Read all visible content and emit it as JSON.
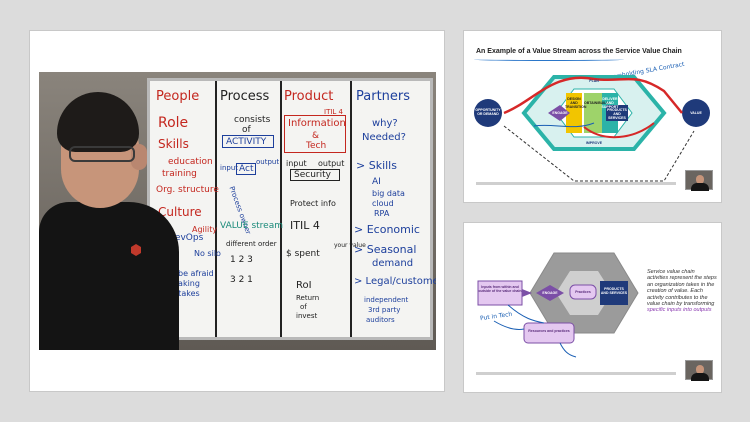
{
  "main_video": {
    "whiteboard": {
      "columns": [
        {
          "heading": "People",
          "lines": [
            "Role",
            "Skills",
            "education",
            "training",
            "Org. structure",
            "Culture",
            "DevOps",
            "Agility",
            "No silo",
            "Don't be afraid",
            "of making",
            "mistakes"
          ]
        },
        {
          "heading": "Process",
          "lines": [
            "consists",
            "of",
            "ACTIVITY",
            "Act",
            "input",
            "output",
            "Process owner",
            "VALUE stream",
            "different order",
            "1 2 3",
            "3 2 1"
          ]
        },
        {
          "heading": "Product",
          "lines": [
            "ITIL 4",
            "Information",
            "&",
            "Tech",
            "input",
            "output",
            "Security",
            "Protect info",
            "ITIL 4",
            "$ spent",
            "your value",
            "RoI",
            "Return",
            "of",
            "invest"
          ]
        },
        {
          "heading": "Partners",
          "lines": [
            "why?",
            "Needed?",
            "> Skills",
            "AI",
            "big data",
            "cloud",
            "RPA",
            "> Economic",
            "> Seasonal",
            "demand",
            "> Legal/customer",
            "independent",
            "3rd party",
            "auditors"
          ]
        }
      ]
    }
  },
  "slide1": {
    "title": "An Example of a Value Stream across the Service Value Chain",
    "left_node": "OPPORTUNITY OR DEMAND",
    "right_node": "VALUE",
    "hexagon_labels": [
      "ENGAGE",
      "DESIGN AND TRANSITION",
      "OBTAIN/BUILD",
      "DELIVER AND SUPPORT",
      "PRODUCTS AND SERVICES",
      "IMPROVE",
      "PLAN"
    ],
    "handwriting": "upholding SLA Contract"
  },
  "slide2": {
    "left_box": "Inputs from within and outside of the value chain",
    "hexagon_labels": [
      "ENGAGE",
      "Practices",
      "PRODUCTS AND SERVICES"
    ],
    "bottom_box": "Resources and practices",
    "side_text_parts": [
      "Service value chain activities represent the steps an organization takes in the creation of value. Each activity contributes to the value chain by transforming ",
      "specific inputs into outputs"
    ],
    "handwriting": "Put in Tech"
  },
  "colors": {
    "accent_blue": "#1f3a7a",
    "teal": "#2bb3a8",
    "red_arrow": "#d62828",
    "purple": "#7b4fa6"
  }
}
